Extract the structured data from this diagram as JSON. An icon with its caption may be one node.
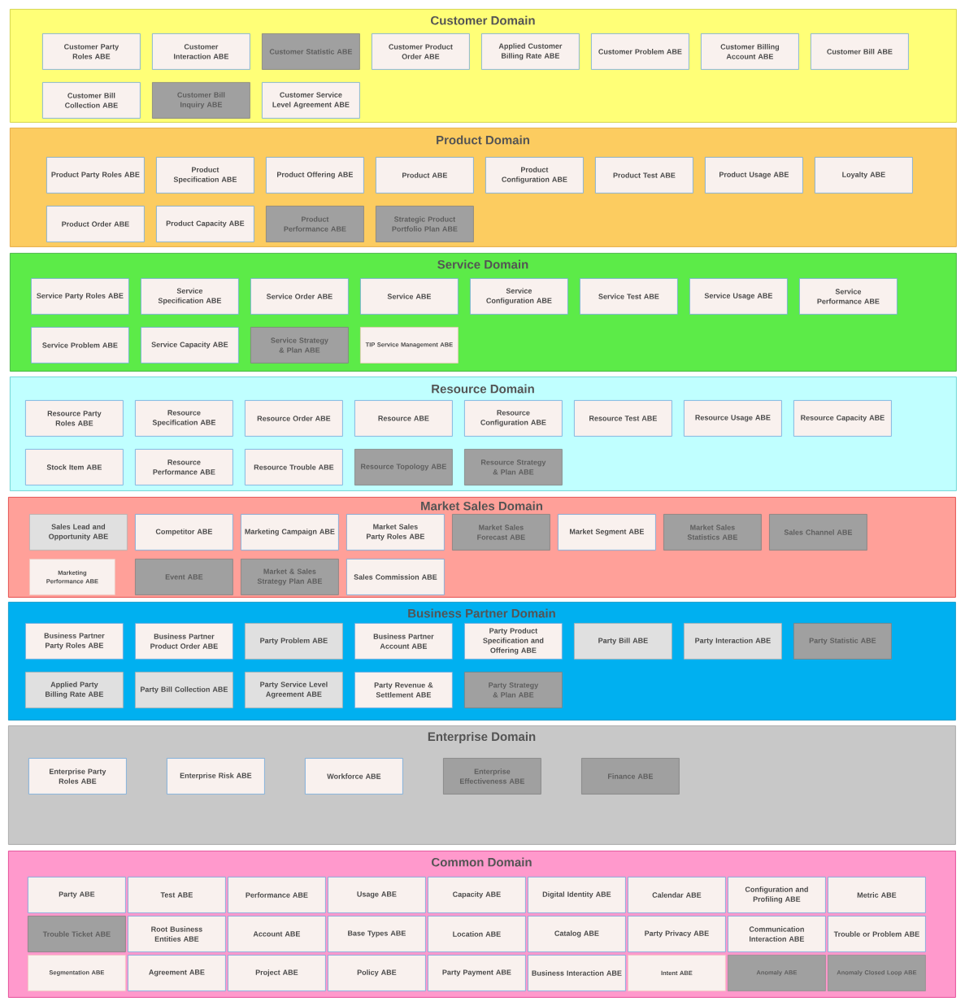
{
  "diagram": {
    "nodes": [
      {
        "text": [
          "Customer Domain"
        ]
      },
      {
        "text": [
          "Customer Party Roles ABE"
        ],
        "in": 0
      },
      {
        "text": [
          "Customer Interaction ABE"
        ],
        "in": 0
      },
      {
        "text": [
          "Customer Statistic ABE"
        ],
        "in": 0
      },
      {
        "text": [
          "Customer Product Order ABE"
        ],
        "in": 0
      },
      {
        "text": [
          "Applied Customer Billing Rate ABE"
        ],
        "in": 0
      },
      {
        "text": [
          "Customer Problem ABE"
        ],
        "in": 0
      },
      {
        "text": [
          "Customer Billing Account ABE"
        ],
        "in": 0
      },
      {
        "text": [
          "Customer Bill ABE"
        ],
        "in": 0
      },
      {
        "text": [
          "Customer Bill Collection ABE"
        ],
        "in": 0
      },
      {
        "text": [
          "Customer Bill Inquiry ABE"
        ],
        "in": 0
      },
      {
        "text": [
          "Customer Service Level Agreement ABE"
        ],
        "in": 0
      },
      {
        "text": [
          "Product Domain"
        ]
      },
      {
        "text": [
          "Product Party Roles ABE"
        ],
        "in": 12
      },
      {
        "text": [
          "Product Specification ABE"
        ],
        "in": 12
      },
      {
        "text": [
          "Product Offering ABE"
        ],
        "in": 12
      },
      {
        "text": [
          "Product ABE"
        ],
        "in": 12
      },
      {
        "text": [
          "Product Configuration ABE"
        ],
        "in": 12
      },
      {
        "text": [
          "Product Test ABE"
        ],
        "in": 12
      },
      {
        "text": [
          "Product Usage ABE"
        ],
        "in": 12
      },
      {
        "text": [
          "Loyalty ABE"
        ],
        "in": 12
      },
      {
        "text": [
          "Product Order ABE"
        ],
        "in": 12
      },
      {
        "text": [
          "Product Capacity ABE"
        ],
        "in": 12
      },
      {
        "text": [
          "Product Performance ABE"
        ],
        "in": 12
      },
      {
        "text": [
          "Strategic Product Portfolio Plan ABE"
        ],
        "in": 12
      },
      {
        "text": [
          "Service Domain"
        ]
      },
      {
        "text": [
          "Service Party Roles ABE"
        ],
        "in": 25
      },
      {
        "text": [
          "Service Specification ABE"
        ],
        "in": 25
      },
      {
        "text": [
          "Service Order ABE"
        ],
        "in": 25
      },
      {
        "text": [
          "Service ABE"
        ],
        "in": 25
      },
      {
        "text": [
          "Service Configuration ABE"
        ],
        "in": 25
      },
      {
        "text": [
          "Service Test ABE"
        ],
        "in": 25
      },
      {
        "text": [
          "Service Usage ABE"
        ],
        "in": 25
      },
      {
        "text": [
          "Service Performance ABE"
        ],
        "in": 25
      },
      {
        "text": [
          "Service Problem ABE"
        ],
        "in": 25
      },
      {
        "text": [
          "Service Capacity ABE"
        ],
        "in": 25
      },
      {
        "text": [
          "Service Strategy & Plan ABE"
        ],
        "in": 25
      },
      {
        "text": [
          "TIP Service Management ABE"
        ],
        "in": 25
      },
      {
        "text": [
          "Resource Domain"
        ]
      },
      {
        "text": [
          "Resource Party Roles ABE"
        ],
        "in": 38
      },
      {
        "text": [
          "Resource Specification ABE"
        ],
        "in": 38
      },
      {
        "text": [
          "Resource Order ABE"
        ],
        "in": 38
      },
      {
        "text": [
          "Resource ABE"
        ],
        "in": 38
      },
      {
        "text": [
          "Resource Configuration ABE"
        ],
        "in": 38
      },
      {
        "text": [
          "Resource Test ABE"
        ],
        "in": 38
      },
      {
        "text": [
          "Resource Usage ABE"
        ],
        "in": 38
      },
      {
        "text": [
          "Resource Capacity ABE"
        ],
        "in": 38
      },
      {
        "text": [
          "Stock Item ABE"
        ],
        "in": 38
      },
      {
        "text": [
          "Resource Performance ABE"
        ],
        "in": 38
      },
      {
        "text": [
          "Resource Trouble ABE"
        ],
        "in": 38
      },
      {
        "text": [
          "Resource Topology ABE"
        ],
        "in": 38
      },
      {
        "text": [
          "Resource Strategy & Plan ABE"
        ],
        "in": 38
      },
      {
        "text": [
          "Market Sales Domain"
        ]
      },
      {
        "text": [
          "Sales Lead and Opportunity ABE"
        ],
        "in": 52
      },
      {
        "text": [
          "Competitor ABE"
        ],
        "in": 52
      },
      {
        "text": [
          "Marketing Campaign ABE"
        ],
        "in": 52
      },
      {
        "text": [
          "Market Sales Party Roles ABE"
        ],
        "in": 52
      },
      {
        "text": [
          "Market Sales Forecast ABE"
        ],
        "in": 52
      },
      {
        "text": [
          "Market Segment ABE"
        ],
        "in": 52
      },
      {
        "text": [
          "Market Sales Statistics ABE"
        ],
        "in": 52
      },
      {
        "text": [
          "Sales Channel ABE"
        ],
        "in": 52
      },
      {
        "text": [
          "Marketing Performance ABE"
        ],
        "in": 52
      },
      {
        "text": [
          "Event ABE"
        ],
        "in": 52
      },
      {
        "text": [
          "Market & Sales Strategy Plan ABE"
        ],
        "in": 52
      },
      {
        "text": [
          "Sales Commission ABE"
        ],
        "in": 52
      },
      {
        "text": [
          "Business Partner Domain"
        ]
      },
      {
        "text": [
          "Business Partner Party Roles ABE"
        ],
        "in": 65
      },
      {
        "text": [
          "Business Partner Product Order ABE"
        ],
        "in": 65
      },
      {
        "text": [
          "Party Problem ABE"
        ],
        "in": 65
      },
      {
        "text": [
          "Business Partner Account ABE"
        ],
        "in": 65
      },
      {
        "text": [
          "Party Product Specification and Offering ABE"
        ],
        "in": 65
      },
      {
        "text": [
          "Party Bill ABE"
        ],
        "in": 65
      },
      {
        "text": [
          "Party Interaction ABE"
        ],
        "in": 65
      },
      {
        "text": [
          "Party Statistic ABE"
        ],
        "in": 65
      },
      {
        "text": [
          "Applied Party Billing Rate ABE"
        ],
        "in": 65
      },
      {
        "text": [
          "Party Bill Collection ABE"
        ],
        "in": 65
      },
      {
        "text": [
          "Party Service Level Agreement ABE"
        ],
        "in": 65
      },
      {
        "text": [
          "Party Revenue & Settlement ABE"
        ],
        "in": 65
      },
      {
        "text": [
          "Party Strategy & Plan ABE"
        ],
        "in": 65
      },
      {
        "text": [
          "Enterprise Domain"
        ]
      },
      {
        "text": [
          "Enterprise Party Roles ABE"
        ],
        "in": 79
      },
      {
        "text": [
          "Enterprise Risk ABE"
        ],
        "in": 79
      },
      {
        "text": [
          "Workforce ABE"
        ],
        "in": 79
      },
      {
        "text": [
          "Enterprise Effectiveness ABE"
        ],
        "in": 79
      },
      {
        "text": [
          "Finance ABE"
        ],
        "in": 79
      },
      {
        "text": [
          "Common Domain"
        ]
      },
      {
        "text": [
          "Party ABE"
        ],
        "in": 85
      },
      {
        "text": [
          "Test ABE"
        ],
        "in": 85
      },
      {
        "text": [
          "Performance ABE"
        ],
        "in": 85
      },
      {
        "text": [
          "Usage ABE"
        ],
        "in": 85
      },
      {
        "text": [
          "Capacity ABE"
        ],
        "in": 85
      },
      {
        "text": [
          "Digital Identity ABE"
        ],
        "in": 85
      },
      {
        "text": [
          "Calendar ABE"
        ],
        "in": 85
      },
      {
        "text": [
          "Configuration and Profiling ABE"
        ],
        "in": 85
      },
      {
        "text": [
          "Metric ABE"
        ],
        "in": 85
      },
      {
        "text": [
          "Trouble Ticket ABE"
        ],
        "in": 85
      },
      {
        "text": [
          "Root Business Entities ABE"
        ],
        "in": 85
      },
      {
        "text": [
          "Account ABE"
        ],
        "in": 85
      },
      {
        "text": [
          "Base Types ABE"
        ],
        "in": 85
      },
      {
        "text": [
          "Location ABE"
        ],
        "in": 85
      },
      {
        "text": [
          "Catalog ABE"
        ],
        "in": 85
      },
      {
        "text": [
          "Party Privacy ABE"
        ],
        "in": 85
      },
      {
        "text": [
          "Communication Interaction ABE"
        ],
        "in": 85
      },
      {
        "text": [
          "Trouble or Problem ABE"
        ],
        "in": 85
      },
      {
        "text": [
          "Segmentation ABE"
        ],
        "in": 85
      },
      {
        "text": [
          "Agreement ABE"
        ],
        "in": 85
      },
      {
        "text": [
          "Project ABE"
        ],
        "in": 85
      },
      {
        "text": [
          "Policy ABE"
        ],
        "in": 85
      },
      {
        "text": [
          "Party Payment ABE"
        ],
        "in": 85
      },
      {
        "text": [
          "Business Interaction ABE"
        ],
        "in": 85
      },
      {
        "text": [
          "Intent ABE"
        ],
        "in": 85
      },
      {
        "text": [
          "Anomaly ABE"
        ],
        "in": 85
      },
      {
        "text": [
          "Anomaly Closed Loop ABE"
        ],
        "in": 85
      }
    ]
  }
}
